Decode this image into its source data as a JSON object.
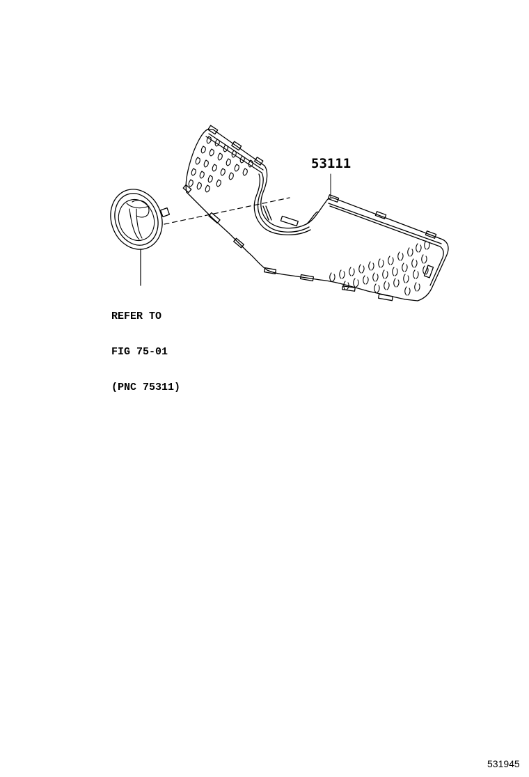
{
  "diagram": {
    "type": "parts-exploded-view",
    "parts": [
      {
        "id": "grille",
        "label": "53111",
        "description": "radiator grille"
      },
      {
        "id": "emblem",
        "description": "front emblem",
        "reference_note": {
          "line1": "REFER TO",
          "line2": "FIG 75-01",
          "line3": "(PNC 75311)"
        }
      }
    ],
    "figure_id": "531945",
    "colors": {
      "line": "#000000",
      "background": "#ffffff"
    }
  }
}
